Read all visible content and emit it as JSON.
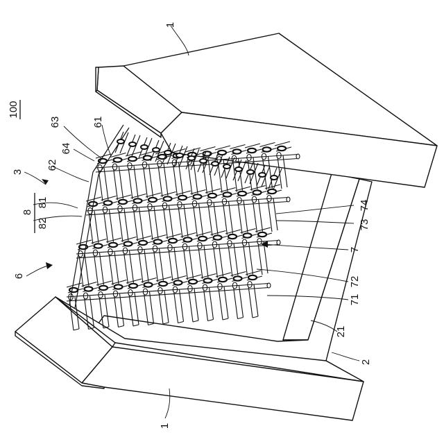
{
  "figure": {
    "assembly_label": "100",
    "labels": {
      "block_top": "1",
      "block_bottom": "1",
      "base": "2",
      "base_rail": "21",
      "unit": "3",
      "module": "6",
      "l61": "61",
      "l62": "62",
      "l63": "63",
      "l64": "64",
      "rod": "7",
      "l71": "71",
      "l72": "72",
      "l73": "73",
      "l74": "74",
      "l8": "8",
      "l81": "81",
      "l82": "82"
    }
  }
}
